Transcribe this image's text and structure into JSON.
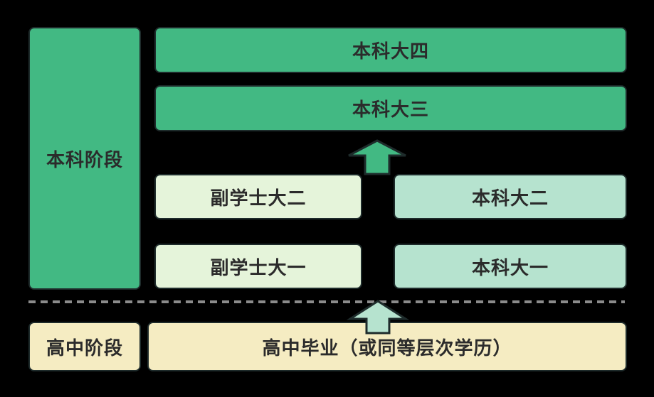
{
  "colors": {
    "background": "#000000",
    "primary_green": "#42b983",
    "mint_green": "#b6e3cf",
    "pale_green": "#e5f4da",
    "cream_yellow": "#f5ecc2",
    "text": "#2b2b2b",
    "divider_gray": "#8b8b8b",
    "outline_dark": "#1e2b2b"
  },
  "undergrad_stage": {
    "label": "本科阶段",
    "year4": "本科大四",
    "year3": "本科大三",
    "associate_year2": "副学士大二",
    "bachelor_year2": "本科大二",
    "associate_year1": "副学士大一",
    "bachelor_year1": "本科大一"
  },
  "highschool_stage": {
    "label": "高中阶段",
    "graduation": "高中毕业（或同等层次学历）"
  },
  "icons": {
    "promotion_arrow": "up-arrow"
  }
}
